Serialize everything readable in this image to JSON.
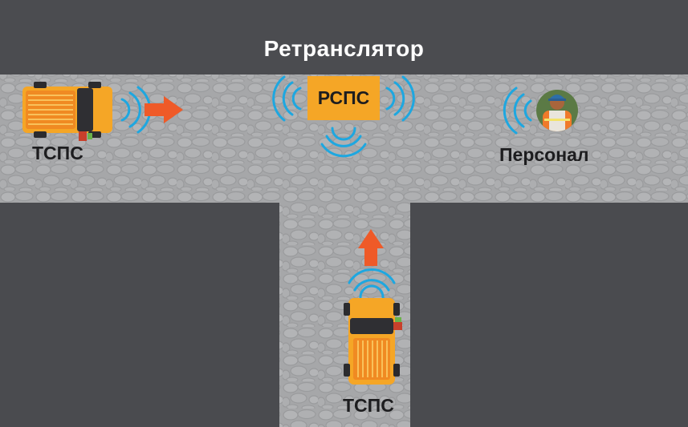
{
  "title": "Ретранслятор",
  "repeater": {
    "label": "РСПС"
  },
  "vehicles": [
    {
      "label": "ТСПС"
    },
    {
      "label": "ТСПС"
    }
  ],
  "personnel": {
    "label": "Персонал"
  },
  "colors": {
    "wall": "#4b4c50",
    "road": "#a9aaac",
    "vehicle": "#f5a626",
    "signal": "#1ea7e0",
    "arrow": "#ef5a28",
    "text_dark": "#1d1d1f",
    "title_text": "#ffffff"
  },
  "icons": [
    "signal-wave-icon",
    "arrow-right-icon",
    "arrow-up-icon",
    "truck-icon",
    "worker-icon"
  ]
}
